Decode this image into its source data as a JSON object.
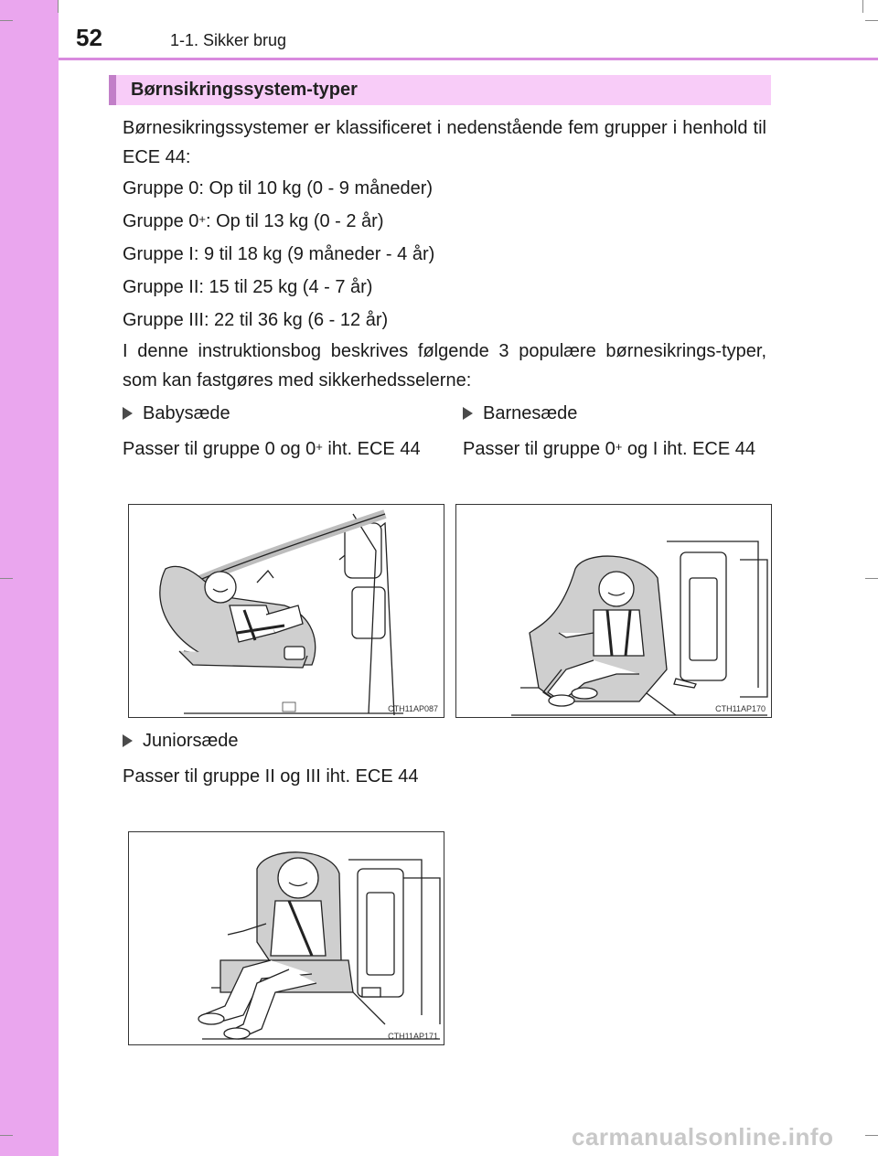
{
  "header": {
    "page_number": "52",
    "chapter": "1-1. Sikker brug"
  },
  "section": {
    "title": "Børnsikringssystem-typer"
  },
  "intro": "Børnesikringssystemer er klassificeret i nedenstående fem grupper i henhold til ECE 44:",
  "groups": [
    {
      "name": "Gruppe 0",
      "sup": "",
      "text": ": Op til 10 kg (0 - 9 måneder)"
    },
    {
      "name": "Gruppe 0",
      "sup": "+",
      "text": ": Op til 13 kg (0 - 2 år)"
    },
    {
      "name": "Gruppe I",
      "sup": "",
      "text": ": 9 til 18 kg (9 måneder - 4 år)"
    },
    {
      "name": "Gruppe II",
      "sup": "",
      "text": ": 15 til 25 kg (4 - 7 år)"
    },
    {
      "name": "Gruppe III",
      "sup": "",
      "text": ": 22 til 36 kg (6 - 12 år)"
    }
  ],
  "outro": "I denne instruktionsbog beskrives følgende 3 populære børnesikrings-typer, som kan fastgøres med sikkerhedsselerne:",
  "seat_types": [
    {
      "title": "Babysæde",
      "desc_pre": "Passer til gruppe 0 og 0",
      "desc_sup": "+",
      "desc_post": " iht. ECE 44",
      "figure_code": "CTH11AP087"
    },
    {
      "title": "Barnesæde",
      "desc_pre": "Passer til gruppe 0",
      "desc_sup": "+",
      "desc_post": " og I iht. ECE 44",
      "figure_code": "CTH11AP170"
    },
    {
      "title": "Juniorsæde",
      "desc_pre": "Passer til gruppe II og III iht. ECE 44",
      "desc_sup": "",
      "desc_post": "",
      "figure_code": "CTH11AP171"
    }
  ],
  "watermark": "carmanualsonline.info",
  "colors": {
    "sidebar": "#eaa6ee",
    "section_bar": "#f8ccf8",
    "section_accent": "#c27fc8",
    "seat_fill": "#cfcfcf"
  }
}
